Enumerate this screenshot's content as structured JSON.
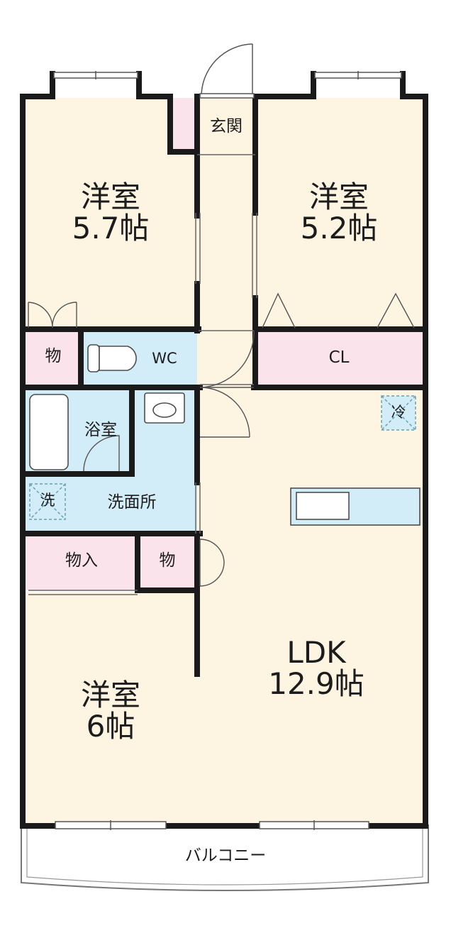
{
  "colors": {
    "floor": "#fdf4e2",
    "storage": "#fae3ea",
    "wet_area": "#d3edf8",
    "wall": "#1a1a1a",
    "fixture_line": "#4d4d4d"
  },
  "rooms": {
    "western_nw": {
      "name": "洋室",
      "size": "5.7帖"
    },
    "western_ne": {
      "name": "洋室",
      "size": "5.2帖"
    },
    "western_sw": {
      "name": "洋室",
      "size": "6帖"
    },
    "ldk": {
      "name": "LDK",
      "size": "12.9帖"
    },
    "entrance": {
      "name": "玄関"
    },
    "closet": {
      "name": "CL"
    },
    "toilet": {
      "name": "WC"
    },
    "bath": {
      "name": "浴室"
    },
    "washroom": {
      "name": "洗面所"
    },
    "storage_upper": {
      "name": "物"
    },
    "storage_middle": {
      "name": "物"
    },
    "storage_room": {
      "name": "物入"
    },
    "balcony": {
      "name": "バルコニー"
    }
  },
  "fixtures": {
    "fridge": {
      "label": "冷",
      "icon": "refrigerator-space-icon"
    },
    "washer": {
      "label": "洗",
      "icon": "washing-machine-space-icon"
    },
    "toilet_bowl": {
      "icon": "toilet-icon"
    },
    "bathtub": {
      "icon": "bathtub-icon"
    },
    "sink": {
      "icon": "washbasin-icon"
    },
    "kitchen_counter": {
      "icon": "kitchen-counter-icon"
    }
  }
}
